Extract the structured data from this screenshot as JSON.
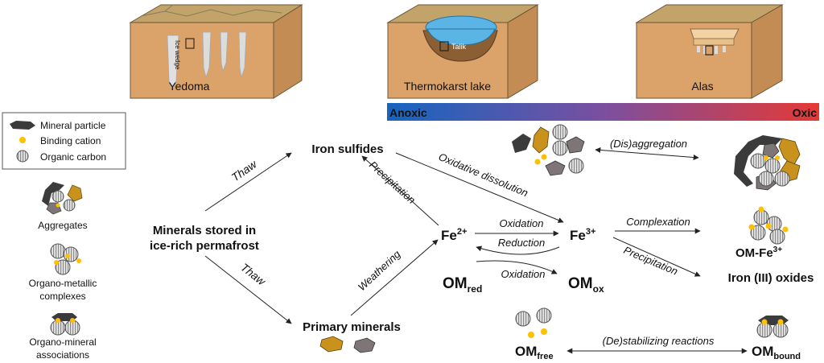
{
  "landscapes": {
    "yedoma": "Yedoma",
    "ice_wedge": "Ice wedge",
    "thermokarst": "Thermokarst lake",
    "talik": "Talik",
    "alas": "Alas"
  },
  "gradient": {
    "left": "Anoxic",
    "right": "Oxic",
    "color_left": "#1565c0",
    "color_right": "#e53935"
  },
  "legend": {
    "mineral": "Mineral particle",
    "cation": "Binding cation",
    "carbon": "Organic carbon",
    "aggregates": "Aggregates",
    "complexes_1": "Organo-metallic",
    "complexes_2": "complexes",
    "assoc_1": "Organo-mineral",
    "assoc_2": "associations"
  },
  "nodes": {
    "stored_1": "Minerals stored in",
    "stored_2": "ice-rich permafrost",
    "iron_sulfides": "Iron sulfides",
    "primary": "Primary minerals",
    "fe2": "Fe",
    "fe2_sup": "2+",
    "fe3": "Fe",
    "fe3_sup": "3+",
    "om_red": "OM",
    "om_red_sub": "red",
    "om_ox": "OM",
    "om_ox_sub": "ox",
    "om_fe": "OM-Fe",
    "om_fe_sup": "3+",
    "oxides": "Iron (III) oxides",
    "om_free": "OM",
    "om_free_sub": "free",
    "om_bound": "OM",
    "om_bound_sub": "bound"
  },
  "arrows": {
    "thaw_up": "Thaw",
    "thaw_down": "Thaw",
    "precipitation_1": "Precipitation",
    "weathering": "Weathering",
    "oxidative_dissolution": "Oxidative dissolution",
    "oxidation_fe": "Oxidation",
    "reduction": "Reduction",
    "oxidation_om": "Oxidation",
    "complexation": "Complexation",
    "precipitation_2": "Precipitation",
    "disaggregation": "(Dis)aggregation",
    "destabilizing": "(De)stabilizing reactions"
  },
  "colors": {
    "soil": "#dba26a",
    "mineral_dark": "#3b3b3b",
    "mineral_grey": "#7d7576",
    "mineral_gold": "#c8921c",
    "cation": "#ffc000",
    "water": "#5ab4e5"
  }
}
